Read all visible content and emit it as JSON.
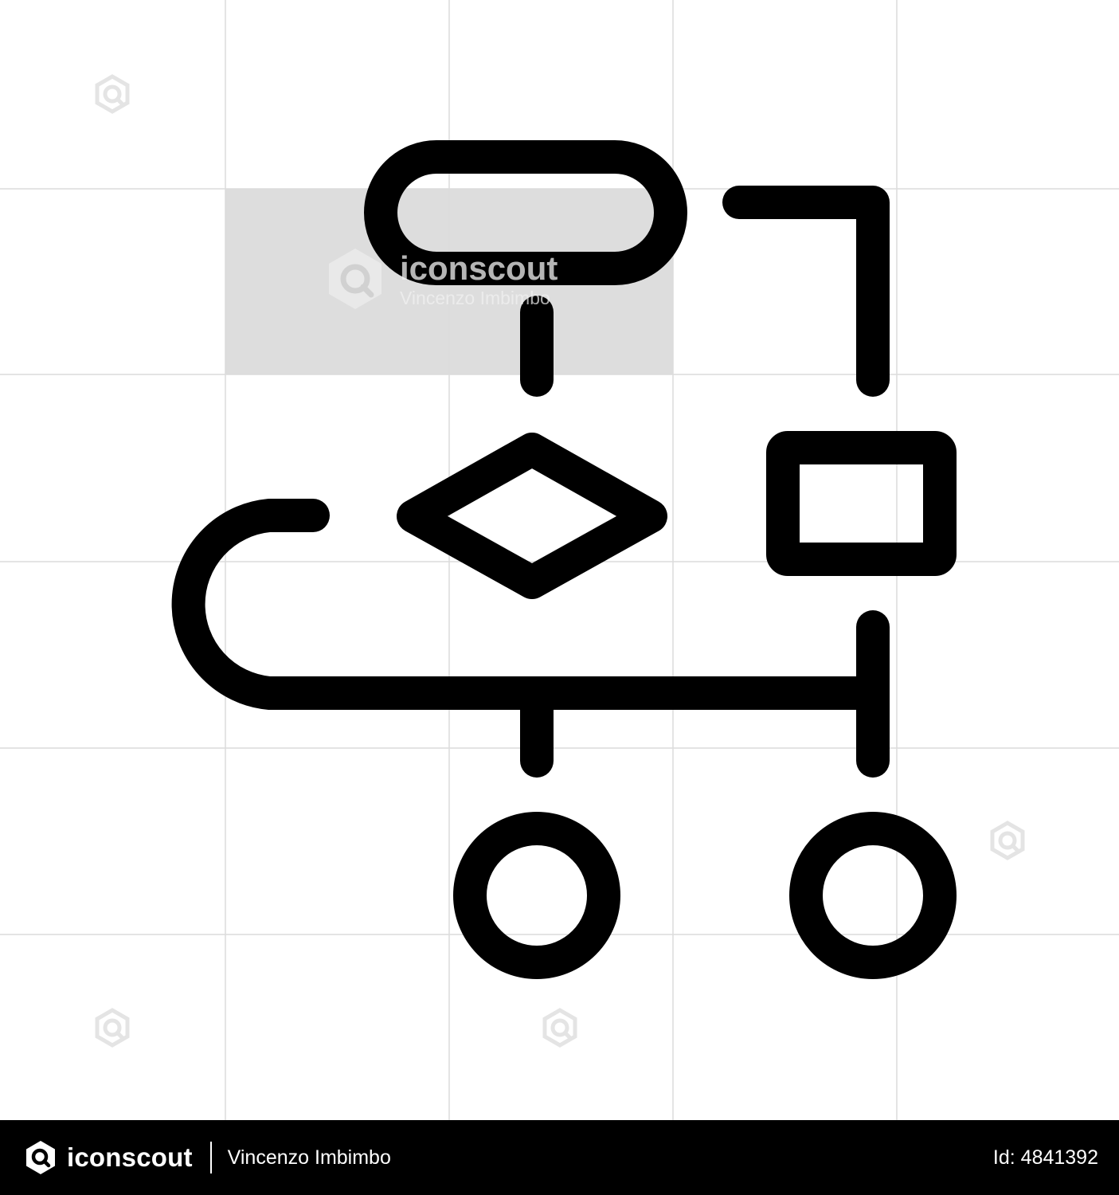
{
  "watermark": {
    "brand": "iconscout",
    "author": "Vincenzo Imbimbo"
  },
  "footer": {
    "brand": "iconscout",
    "author": "Vincenzo Imbimbo",
    "asset_id": "Id: 4841392"
  },
  "colors": {
    "icon_stroke": "#000000",
    "grid_line": "#dcdcdc",
    "watermark_panel": "#dddddd",
    "footer_bg": "#000000",
    "footer_text": "#ffffff"
  }
}
